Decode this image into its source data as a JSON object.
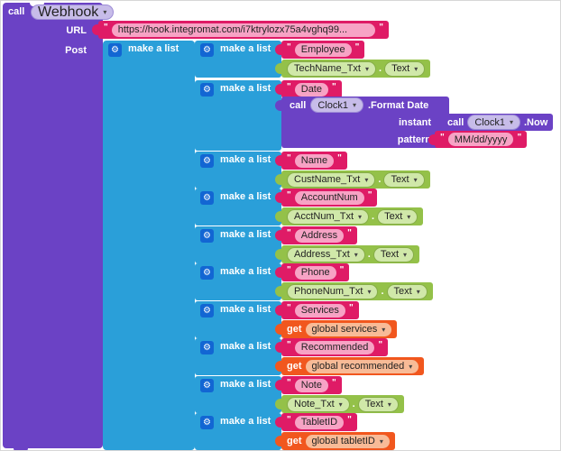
{
  "labels": {
    "call": "call",
    "make_a_list": "make a list",
    "get": "get",
    "url_param": "URL",
    "post_param": "Post",
    "dot": "."
  },
  "colors": {
    "call_block_purple": "#6b42c5",
    "list_block_cyan": "#2a9fd9",
    "text_block_pink": "#df1b66",
    "component_block_green": "#94c149",
    "variable_block_orange": "#f1571e",
    "gear_chip_blue": "#1266d3"
  },
  "webhook": {
    "component": "Webhook",
    "url_value": "https://hook.integromat.com/i7ktrylozx75a4vghq99..."
  },
  "clock": {
    "component": "Clock1",
    "format_method": ".Format Date",
    "instant_label": "instant",
    "now_method": ".Now",
    "pattern_label": "pattern",
    "pattern_value": "MM/dd/yyyy"
  },
  "groups": [
    {
      "key": "Employee",
      "type": "component",
      "component": "TechName_Txt",
      "property": "Text"
    },
    {
      "key": "Date",
      "type": "clock"
    },
    {
      "key": "Name",
      "type": "component",
      "component": "CustName_Txt",
      "property": "Text"
    },
    {
      "key": "AccountNum",
      "type": "component",
      "component": "AcctNum_Txt",
      "property": "Text"
    },
    {
      "key": "Address",
      "type": "component",
      "component": "Address_Txt",
      "property": "Text"
    },
    {
      "key": "Phone",
      "type": "component",
      "component": "PhoneNum_Txt",
      "property": "Text"
    },
    {
      "key": "Services",
      "type": "get",
      "variable": "global services"
    },
    {
      "key": "Recommended",
      "type": "get",
      "variable": "global recommended"
    },
    {
      "key": "Note",
      "type": "component",
      "component": "Note_Txt",
      "property": "Text"
    },
    {
      "key": "TabletID",
      "type": "get",
      "variable": "global tabletID"
    }
  ]
}
